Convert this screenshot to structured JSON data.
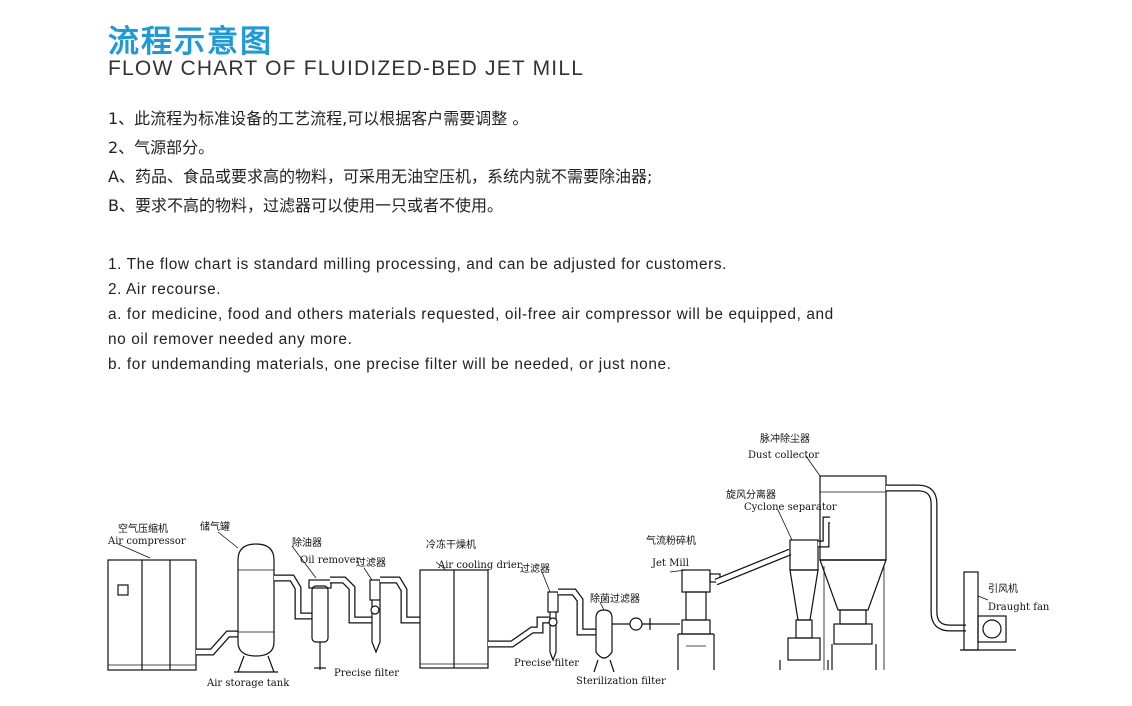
{
  "header": {
    "title_cn": "流程示意图",
    "title_en": "FLOW CHART OF FLUIDIZED-BED JET MILL"
  },
  "notes_cn": [
    "1、此流程为标准设备的工艺流程,可以根据客户需要调整 。",
    "2、气源部分。",
    "A、药品、食品或要求高的物料，可采用无油空压机，系统内就不需要除油器;",
    "B、要求不高的物料，过滤器可以使用一只或者不使用。"
  ],
  "notes_en": [
    "1. The flow chart is standard milling processing, and can be adjusted for customers.",
    "2.  Air recourse.",
    "a. for medicine, food and others materials requested, oil-free air compressor will be equipped, and",
    "no oil remover needed any more.",
    "b. for undemanding materials, one precise filter will be needed, or just none."
  ],
  "diagram": {
    "labels": {
      "air_compressor_cn": "空气压缩机",
      "air_compressor_en": "Air compressor",
      "air_tank_cn": "储气罐",
      "air_tank_en": "Air storage tank",
      "oil_remover_cn": "除油器",
      "oil_remover_en": "Oil remover",
      "filter1_cn": "过滤器",
      "filter1_en": "Precise filter",
      "drier_cn": "冷冻干燥机",
      "drier_en": "Air cooling drier",
      "filter2_cn": "过滤器",
      "filter2_en": "Precise filter",
      "sterile_cn": "除菌过滤器",
      "sterile_en": "Sterilization filter",
      "jet_mill_cn": "气流粉碎机",
      "jet_mill_en": "Jet Mill",
      "cyclone_cn": "旋风分离器",
      "cyclone_en": "Cyclone separator",
      "dust_cn": "脉冲除尘器",
      "dust_en": "Dust collector",
      "fan_cn": "引风机",
      "fan_en": "Draught fan"
    }
  }
}
